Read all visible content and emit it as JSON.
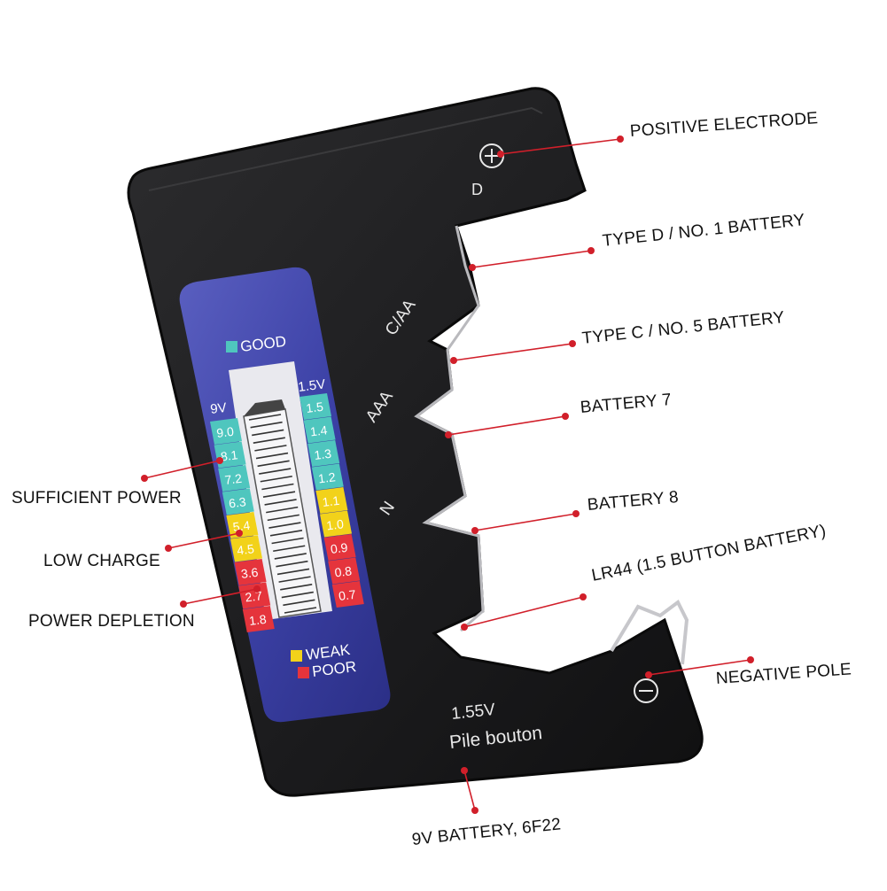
{
  "device": {
    "slots": {
      "d": "D",
      "c_aa": "C/AA",
      "aaa": "AAA",
      "n": "N"
    },
    "bottom_text": {
      "voltage": "1.55V",
      "label": "Pile bouton"
    },
    "lcd": {
      "good_label": "GOOD",
      "weak_label": "WEAK",
      "poor_label": "POOR",
      "scale_9v_header": "9V",
      "scale_15v_header": "1.5V",
      "scale_9v": [
        "9.0",
        "8.1",
        "7.2",
        "6.3",
        "5.4",
        "4.5",
        "3.6",
        "2.7",
        "1.8"
      ],
      "scale_15v": [
        "1.5",
        "1.4",
        "1.3",
        "1.2",
        "1.1",
        "1.0",
        "0.9",
        "0.8",
        "0.7"
      ],
      "colors": {
        "good": "#4fc6be",
        "weak": "#f2d21a",
        "poor": "#e5343c",
        "panel": "#3a3f9e"
      }
    }
  },
  "callouts": {
    "positive_electrode": "POSITIVE ELECTRODE",
    "type_d": "TYPE D / NO. 1 BATTERY",
    "type_c": "TYPE C / NO. 5 BATTERY",
    "battery7": "BATTERY 7",
    "battery8": "BATTERY 8",
    "lr44": "LR44 (1.5 BUTTON BATTERY)",
    "negative_pole": "NEGATIVE POLE",
    "battery_9v": "9V BATTERY, 6F22",
    "sufficient_power": "SUFFICIENT POWER",
    "low_charge": "LOW CHARGE",
    "power_depletion": "POWER DEPLETION"
  },
  "line_color": "#d11f2a"
}
